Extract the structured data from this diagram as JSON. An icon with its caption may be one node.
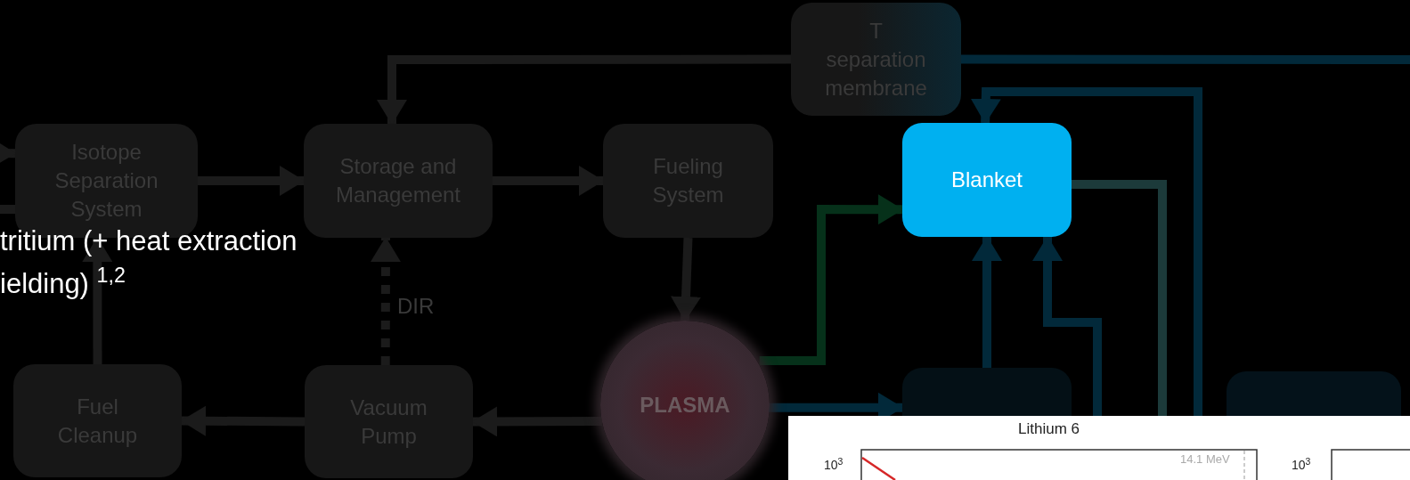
{
  "diagram": {
    "nodes": [
      {
        "text": [
          "Isotope Separation System"
        ]
      },
      {
        "text": [
          "Storage and Management"
        ]
      },
      {
        "text": [
          "Fueling System"
        ]
      },
      {
        "text": [
          "T separation membrane"
        ]
      },
      {
        "text": [
          "Blanket"
        ]
      },
      {
        "text": [
          "Fuel Cleanup"
        ]
      },
      {
        "text": [
          "Vacuum Pump"
        ]
      },
      {
        "text": [
          "PLASMA"
        ]
      },
      {
        "text": [],
        "shape": "box"
      },
      {
        "text": [],
        "shape": "box"
      }
    ],
    "edges": [
      {
        "from": null,
        "to": 0,
        "arrow": "to"
      },
      {
        "from": 0,
        "to": null,
        "arrow": "none"
      },
      {
        "from": 0,
        "to": 1,
        "arrow": "to"
      },
      {
        "from": 1,
        "to": 2,
        "arrow": "to"
      },
      {
        "from": 3,
        "to": 1,
        "arrow": "to"
      },
      {
        "from": 2,
        "to": 7,
        "arrow": "to"
      },
      {
        "from": 7,
        "to": 6,
        "arrow": "to"
      },
      {
        "from": 6,
        "to": 5,
        "arrow": "to"
      },
      {
        "from": 5,
        "to": 0,
        "arrow": "to"
      },
      {
        "from": 6,
        "to": 1,
        "arrow": "to",
        "label": "DIR",
        "style": "dashed"
      },
      {
        "from": 7,
        "to": 4,
        "arrow": "to",
        "color": "#06311a"
      },
      {
        "from": 7,
        "to": 8,
        "arrow": "to",
        "color": "#02293a"
      },
      {
        "from": 8,
        "to": 4,
        "arrow": "to",
        "color": "#02293a"
      },
      {
        "from": null,
        "to": 4,
        "arrow": "to",
        "color": "#02293a"
      },
      {
        "from": 4,
        "to": null,
        "arrow": "none",
        "color": "#1c3a3a"
      },
      {
        "from": null,
        "to": 4,
        "arrow": "to",
        "color": "#02293a"
      },
      {
        "from": 3,
        "to": null,
        "arrow": "none",
        "color": "#02293a"
      }
    ],
    "labels": [
      "tritium (+ heat extraction",
      "ielding) $^{1,2}$",
      "Lithium 6",
      "10$^{3}$",
      "14.1 MeV",
      "10$^{3}$"
    ]
  }
}
